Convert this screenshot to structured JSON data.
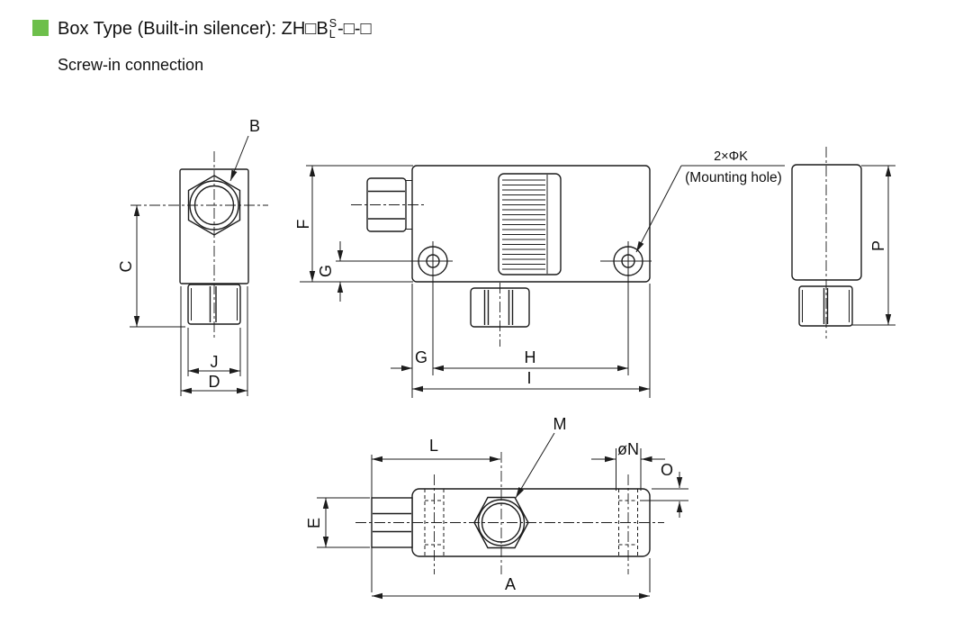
{
  "title": {
    "bullet_color": "#6dbf4b",
    "prefix": "Box Type (Built-in silencer): ZH□B",
    "stack_top": "S",
    "stack_bottom": "L",
    "suffix": "-□-□"
  },
  "subtitle": "Screw-in connection",
  "note": {
    "line1": "2×ΦK",
    "line2": "(Mounting hole)"
  },
  "dims": {
    "a": "A",
    "b": "B",
    "c": "C",
    "d": "D",
    "e": "E",
    "f": "F",
    "g": "G",
    "h": "H",
    "i": "I",
    "j": "J",
    "l": "L",
    "m": "M",
    "n": "øN",
    "o": "O",
    "p": "P"
  },
  "colors": {
    "ink": "#1c1c1c",
    "background": "#ffffff"
  }
}
